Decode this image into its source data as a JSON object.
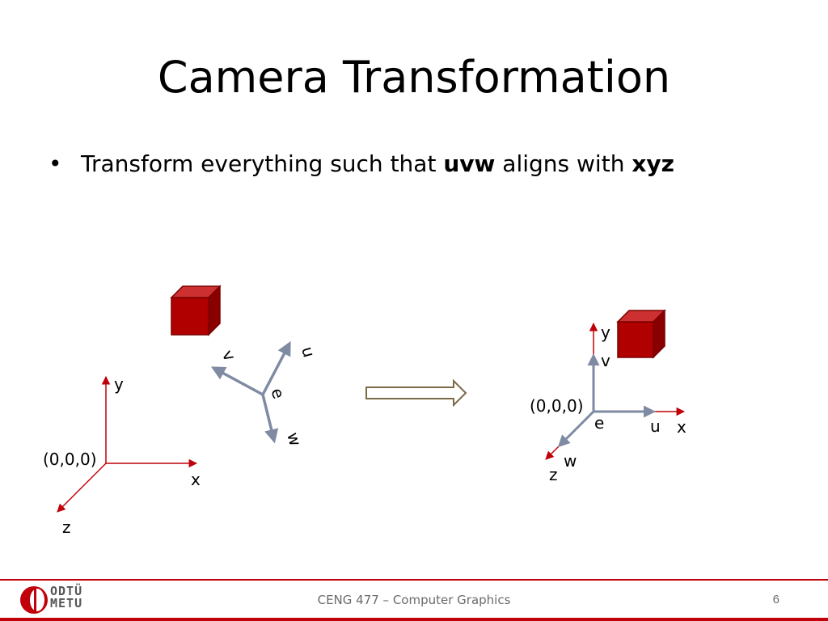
{
  "slide": {
    "title": "Camera Transformation",
    "bullet": {
      "text_before": "Transform everything such that ",
      "bold1": "uvw",
      "text_middle": " aligns with ",
      "bold2": "xyz"
    }
  },
  "left_diagram": {
    "origin_label": "(0,0,0)",
    "axis_x": "x",
    "axis_y": "y",
    "axis_z": "z",
    "camera_u": "u",
    "camera_v": "v",
    "camera_w": "w",
    "eye": "e"
  },
  "right_diagram": {
    "origin_label": "(0,0,0)",
    "axis_x": "x",
    "axis_y": "y",
    "axis_z": "z",
    "camera_u": "u",
    "camera_v": "v",
    "camera_w": "w",
    "eye": "e"
  },
  "footer": {
    "course": "CENG 477 – Computer Graphics",
    "page": "6",
    "logo_line1": "ODTÜ",
    "logo_line2": "METU"
  },
  "colors": {
    "world_axis": "#c0000a",
    "camera_axis": "#7f8aa3",
    "cube_front": "#b00000",
    "cube_top": "#cc3030",
    "cube_side": "#8a0000",
    "arrow_outline": "#7a6a48",
    "footer_red": "#c0000a"
  }
}
